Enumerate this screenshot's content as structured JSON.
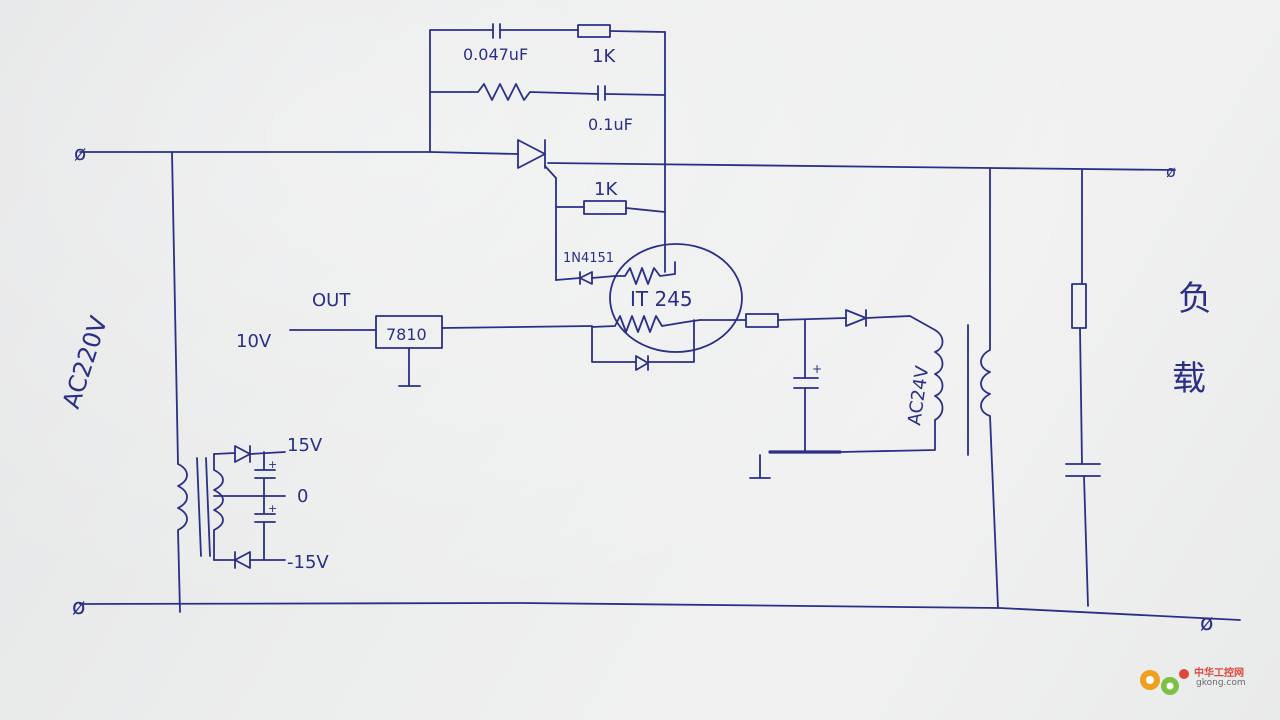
{
  "labels": {
    "cap_top": "0.047uF",
    "res_top": "1K",
    "cap_second": "0.1uF",
    "res_gate": "1K",
    "diode_gate": "1N4151",
    "optocoupler": "IT 245",
    "out_label": "OUT",
    "input_voltage": "10V",
    "regulator": "7810",
    "ac_source": "AC220V",
    "ac_secondary": "AC24V",
    "rail_positive": "15V",
    "rail_zero": "0",
    "rail_negative": "-15V",
    "load_line1": "负",
    "load_line2": "载",
    "terminal_symbol": "ø"
  },
  "watermark": {
    "brand": "中华工控网",
    "url": "gkong.com"
  },
  "colors": {
    "ink": "#2b2f86",
    "paper": "#ebebeb",
    "watermark_red": "#e0473b",
    "watermark_orange": "#f0a020",
    "watermark_green": "#7cc242"
  }
}
